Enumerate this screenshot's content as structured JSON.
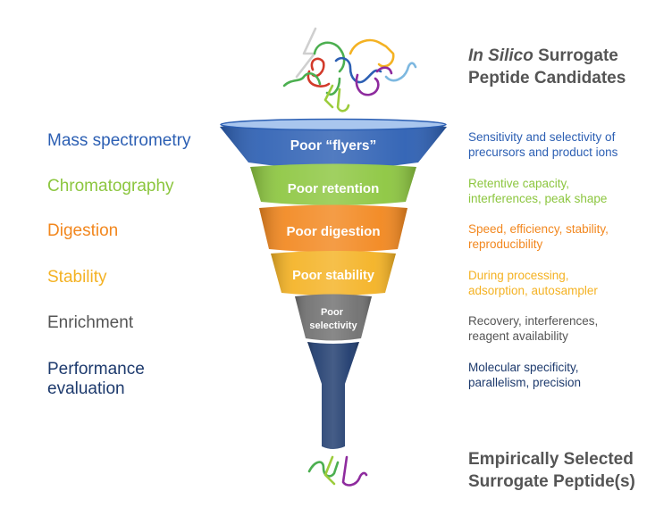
{
  "top_title": {
    "italic": "In Silico",
    "rest": " Surrogate",
    "line2": "Peptide Candidates"
  },
  "bottom_title": {
    "line1": "Empirically Selected",
    "line2": "Surrogate Peptide(s)"
  },
  "stages": [
    {
      "left": [
        "Mass spectrometry"
      ],
      "label": [
        "Poor “flyers”"
      ],
      "desc": [
        "Sensitivity and selectivity of",
        "precursors and product ions"
      ]
    },
    {
      "left": [
        "Chromatography"
      ],
      "label": [
        "Poor retention"
      ],
      "desc": [
        "Retentive capacity,",
        "interferences, peak shape"
      ]
    },
    {
      "left": [
        "Digestion"
      ],
      "label": [
        "Poor digestion"
      ],
      "desc": [
        "Speed, efficiency, stability,",
        "reproducibility"
      ]
    },
    {
      "left": [
        "Stability"
      ],
      "label": [
        "Poor stability"
      ],
      "desc": [
        "During processing,",
        "adsorption, autosampler"
      ]
    },
    {
      "left": [
        "Enrichment"
      ],
      "label": [
        "Poor",
        "selectivity"
      ],
      "desc": [
        "Recovery, interferences,",
        "reagent availability"
      ]
    },
    {
      "left": [
        "Performance",
        "evaluation"
      ],
      "label": [],
      "desc": [
        "Molecular specificity,",
        "parallelism, precision"
      ]
    }
  ],
  "colors": {
    "ms": "#2c5fb3",
    "chrom": "#8cc63f",
    "digest": "#f2871e",
    "stability": "#f4b223",
    "enrich": "#6f6f6f",
    "perf": "#1d3a6d",
    "text_gray": "#555555"
  }
}
